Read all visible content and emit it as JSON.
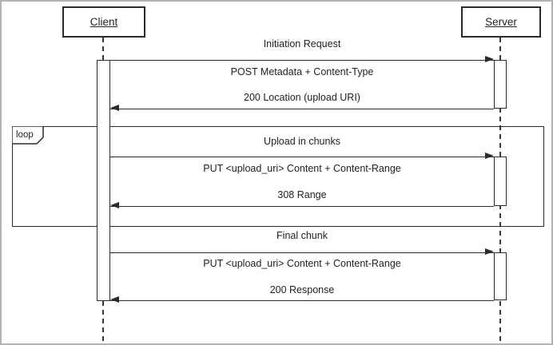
{
  "diagram": {
    "actors": [
      {
        "name": "Client"
      },
      {
        "name": "Server"
      }
    ],
    "loop_label": "loop",
    "exchanges": [
      {
        "title": "Initiation Request",
        "request": "POST Metadata + Content-Type",
        "response": "200 Location (upload URI)"
      },
      {
        "title": "Upload in chunks",
        "request": "PUT <upload_uri> Content + Content-Range",
        "response": "308 Range"
      },
      {
        "title": "Final chunk",
        "request": "PUT <upload_uri> Content + Content-Range",
        "response": "200 Response"
      }
    ],
    "colors": {
      "line": "#2b2b2b",
      "outer_border": "#b3b3b3",
      "background": "#ffffff"
    }
  }
}
